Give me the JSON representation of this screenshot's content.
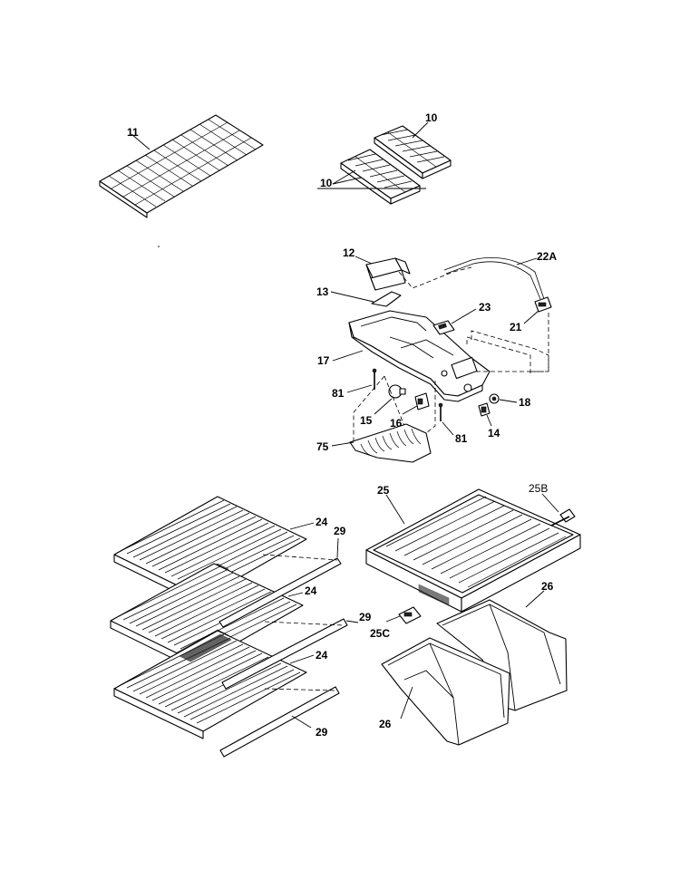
{
  "labels": {
    "p11": "11",
    "p10a": "10",
    "p10b": "10",
    "p12": "12",
    "p22A": "22A",
    "p13": "13",
    "p23": "23",
    "p21": "21",
    "p17": "17",
    "p81a": "81",
    "p18": "18",
    "p15": "15",
    "p16": "16",
    "p14": "14",
    "p81b": "81",
    "p75": "75",
    "p25": "25",
    "p25B": "25B",
    "p24a": "24",
    "p29a": "29",
    "p24b": "24",
    "p29b": "29",
    "p24c": "24",
    "p29c": "29",
    "p26a": "26",
    "p25C": "25C",
    "p26b": "26"
  }
}
